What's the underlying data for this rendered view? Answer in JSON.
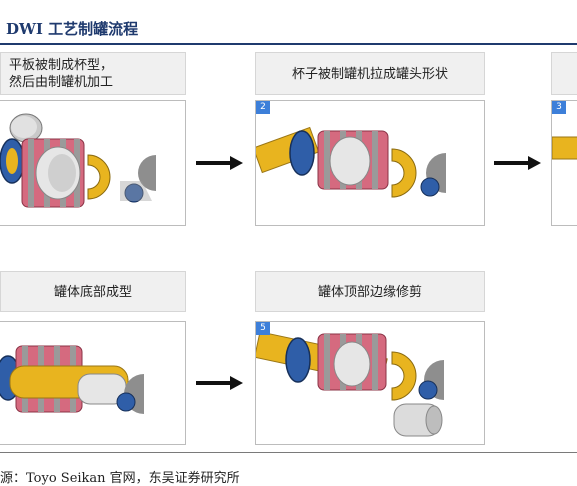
{
  "header": {
    "title": "DWI 工艺制罐流程"
  },
  "steps": [
    {
      "id": "1",
      "label_lines": [
        "平板被制成杯型，",
        "然后由制罐机加工"
      ],
      "badge": ""
    },
    {
      "id": "2",
      "label_lines": [
        "杯子被制罐机拉成罐头形状"
      ],
      "badge": "2"
    },
    {
      "id": "3",
      "label_lines": [
        ""
      ],
      "badge": "3"
    },
    {
      "id": "4",
      "label_lines": [
        "罐体底部成型"
      ],
      "badge": ""
    },
    {
      "id": "5",
      "label_lines": [
        "罐体顶部边缘修剪"
      ],
      "badge": "5"
    }
  ],
  "footer": {
    "source": "来源：Toyo Seikan 官网，东吴证券研究所"
  },
  "colors": {
    "title": "#1f3a6e",
    "badge": "#3d7fd9",
    "rod": "#e8b41f",
    "ring": "#2f5ea8",
    "die": "#d56a7f",
    "arrow": "#111111"
  }
}
